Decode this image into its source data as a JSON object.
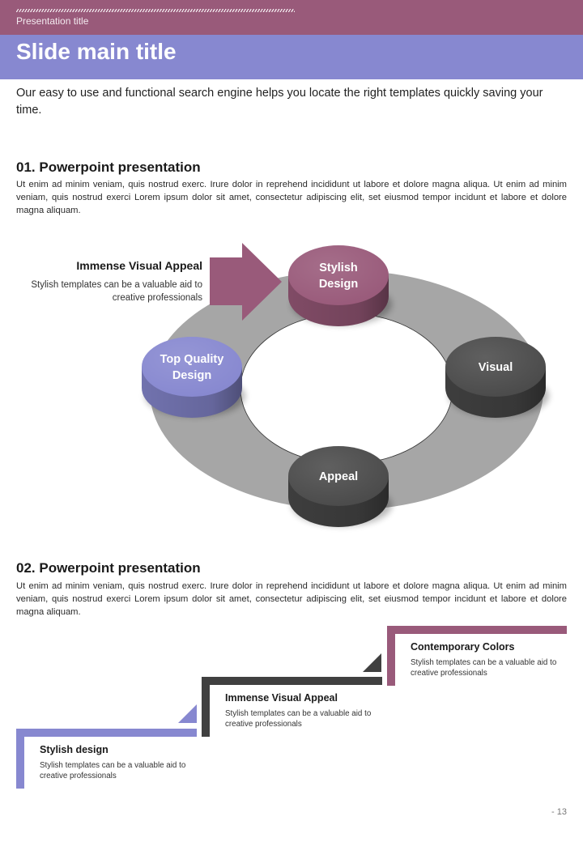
{
  "header": {
    "presentation_title": "Presentation title",
    "slide_title": "Slide main title"
  },
  "intro": "Our easy to use and functional search engine helps you locate the right templates quickly saving your time.",
  "sections": [
    {
      "heading": "01. Powerpoint presentation",
      "body": "Ut enim ad minim veniam, quis nostrud exerc. Irure dolor in reprehend incididunt ut labore et dolore magna aliqua. Ut enim ad minim veniam, quis nostrud exerci  Lorem ipsum dolor sit amet, consectetur adipiscing elit, set eiusmod tempor incidunt et labore et dolore magna aliquam."
    },
    {
      "heading": "02. Powerpoint presentation",
      "body": "Ut enim ad minim veniam, quis nostrud exerc. Irure dolor in reprehend incididunt ut labore et dolore magna aliqua. Ut enim ad minim veniam, quis nostrud exerci  Lorem ipsum dolor sit amet, consectetur adipiscing elit, set eiusmod tempor incidunt et labore et dolore magna aliquam."
    }
  ],
  "cycle_diagram": {
    "callout": {
      "heading": "Immense Visual Appeal",
      "text": "Stylish templates can be a valuable aid to creative professionals"
    },
    "nodes": [
      {
        "label": "Stylish Design",
        "color": "#995a7a"
      },
      {
        "label": "Visual",
        "color": "#4a4a4a"
      },
      {
        "label": "Appeal",
        "color": "#4a4a4a"
      },
      {
        "label": "Top Quality Design",
        "color": "#8788d0"
      }
    ],
    "ring_color": "#a6a6a6",
    "arrow_color": "#995a7a"
  },
  "steps": [
    {
      "heading": "Stylish design",
      "text": "Stylish templates can be a valuable aid to creative professionals",
      "color": "#8788d0"
    },
    {
      "heading": "Immense Visual Appeal",
      "text": "Stylish templates can be a valuable aid to creative professionals",
      "color": "#404040"
    },
    {
      "heading": "Contemporary Colors",
      "text": "Stylish templates can be a valuable aid to creative professionals",
      "color": "#995a7a"
    }
  ],
  "page_number": "- 13"
}
